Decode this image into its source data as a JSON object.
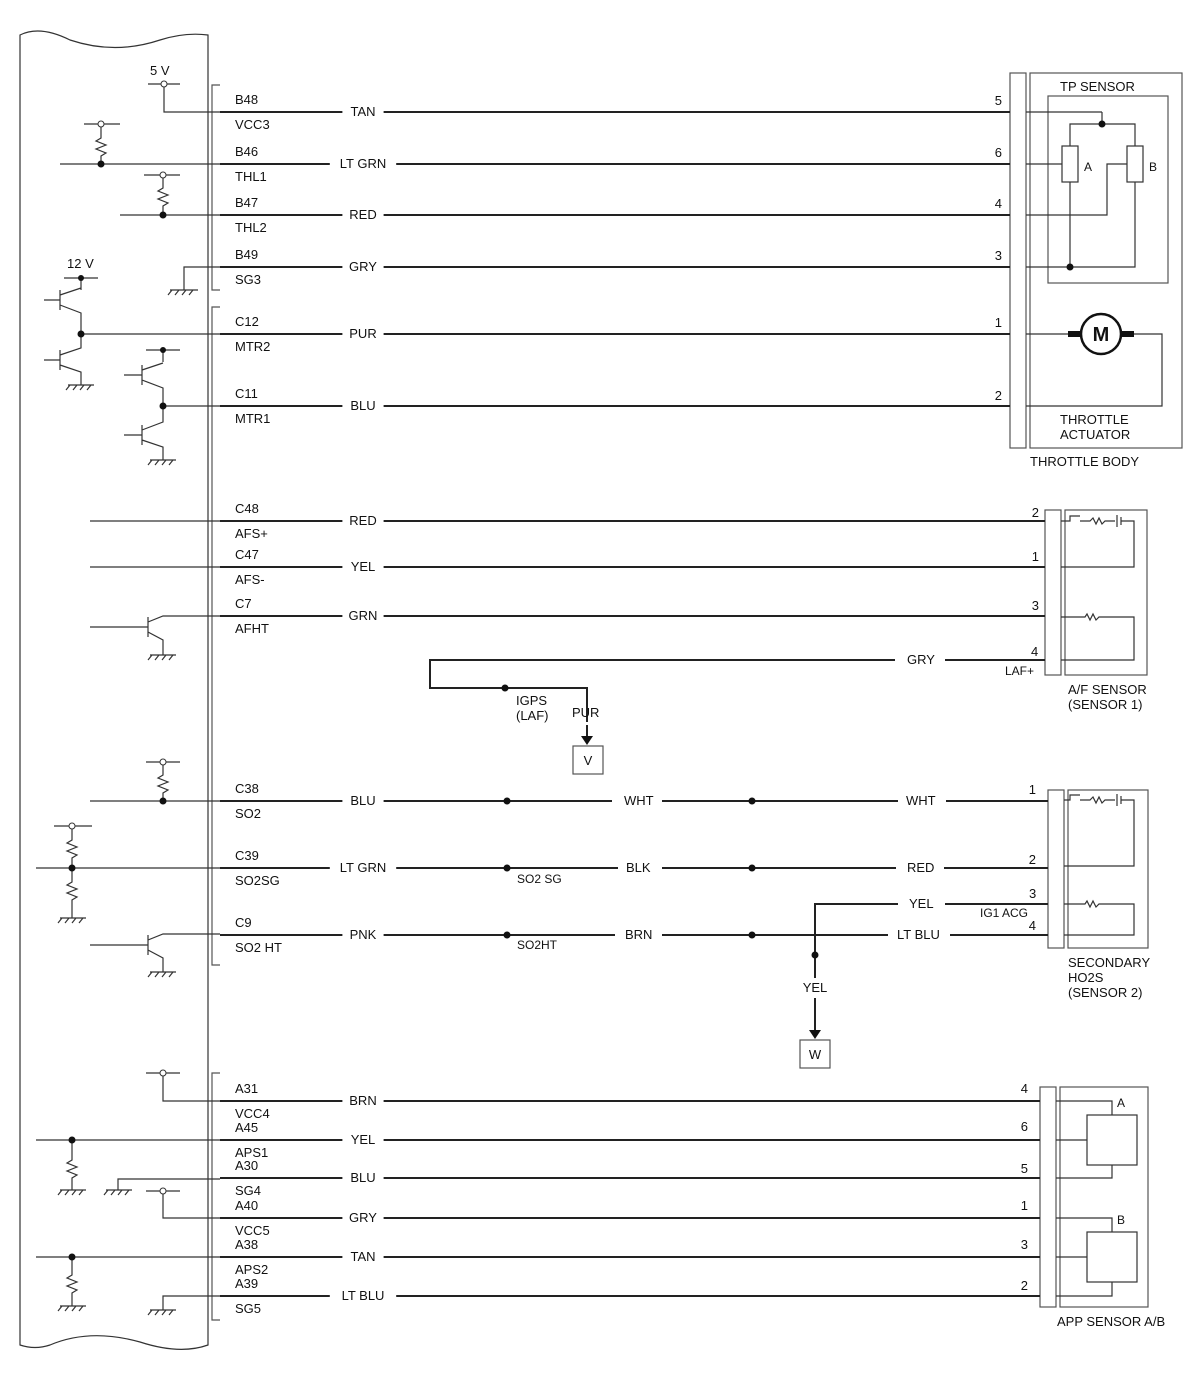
{
  "power": {
    "v5": "5 V",
    "v12": "12 V"
  },
  "groups": {
    "throttle": {
      "name": "THROTTLE BODY",
      "tp_sensor": "TP SENSOR",
      "res_a": "A",
      "res_b": "B",
      "motor": "M",
      "actuator": [
        "THROTTLE",
        "ACTUATOR"
      ]
    },
    "af": {
      "name": [
        "A/F SENSOR",
        "(SENSOR 1)"
      ],
      "laf": "LAF+"
    },
    "ho2s": {
      "name": [
        "SECONDARY",
        "HO2S",
        "(SENSOR 2)"
      ],
      "ig1": "IG1 ACG"
    },
    "app": {
      "name": "APP SENSOR A/B",
      "sa": "A",
      "sb": "B"
    }
  },
  "circuits": [
    {
      "pin": "B48",
      "sig": "VCC3",
      "color": "TAN",
      "term": "5"
    },
    {
      "pin": "B46",
      "sig": "THL1",
      "color": "LT GRN",
      "term": "6"
    },
    {
      "pin": "B47",
      "sig": "THL2",
      "color": "RED",
      "term": "4"
    },
    {
      "pin": "B49",
      "sig": "SG3",
      "color": "GRY",
      "term": "3"
    },
    {
      "pin": "C12",
      "sig": "MTR2",
      "color": "PUR",
      "term": "1"
    },
    {
      "pin": "C11",
      "sig": "MTR1",
      "color": "BLU",
      "term": "2"
    },
    {
      "pin": "C48",
      "sig": "AFS+",
      "color": "RED",
      "term": "2"
    },
    {
      "pin": "C47",
      "sig": "AFS-",
      "color": "YEL",
      "term": "1"
    },
    {
      "pin": "C7",
      "sig": "AFHT",
      "color": "GRN",
      "term": "3"
    },
    {
      "pin": "C38",
      "sig": "SO2",
      "color": "BLU",
      "term": "1"
    },
    {
      "pin": "C39",
      "sig": "SO2SG",
      "color": "LT GRN",
      "term": "2"
    },
    {
      "pin": "C9",
      "sig": "SO2 HT",
      "color": "PNK",
      "term": "4"
    },
    {
      "pin": "A31",
      "sig": "VCC4",
      "color": "BRN",
      "term": "4"
    },
    {
      "pin": "A45",
      "sig": "APS1",
      "color": "YEL",
      "term": "6"
    },
    {
      "pin": "A30",
      "sig": "SG4",
      "color": "BLU",
      "term": "5"
    },
    {
      "pin": "A40",
      "sig": "VCC5",
      "color": "GRY",
      "term": "1"
    },
    {
      "pin": "A38",
      "sig": "APS2",
      "color": "TAN",
      "term": "3"
    },
    {
      "pin": "A39",
      "sig": "SG5",
      "color": "LT BLU",
      "term": "2"
    }
  ],
  "af_extra": {
    "gry": "GRY",
    "term4": "4",
    "igps": [
      "IGPS",
      "(LAF)"
    ],
    "pur": "PUR",
    "conn_v": "V"
  },
  "ho2s_extra": {
    "wht1": "WHT",
    "wht2": "WHT",
    "blk": "BLK",
    "red": "RED",
    "so2sg_label": "SO2 SG",
    "brn": "BRN",
    "ltblu": "LT BLU",
    "so2ht_label": "SO2HT",
    "yel3": "YEL",
    "term3": "3",
    "yel_down": "YEL",
    "conn_w": "W"
  }
}
